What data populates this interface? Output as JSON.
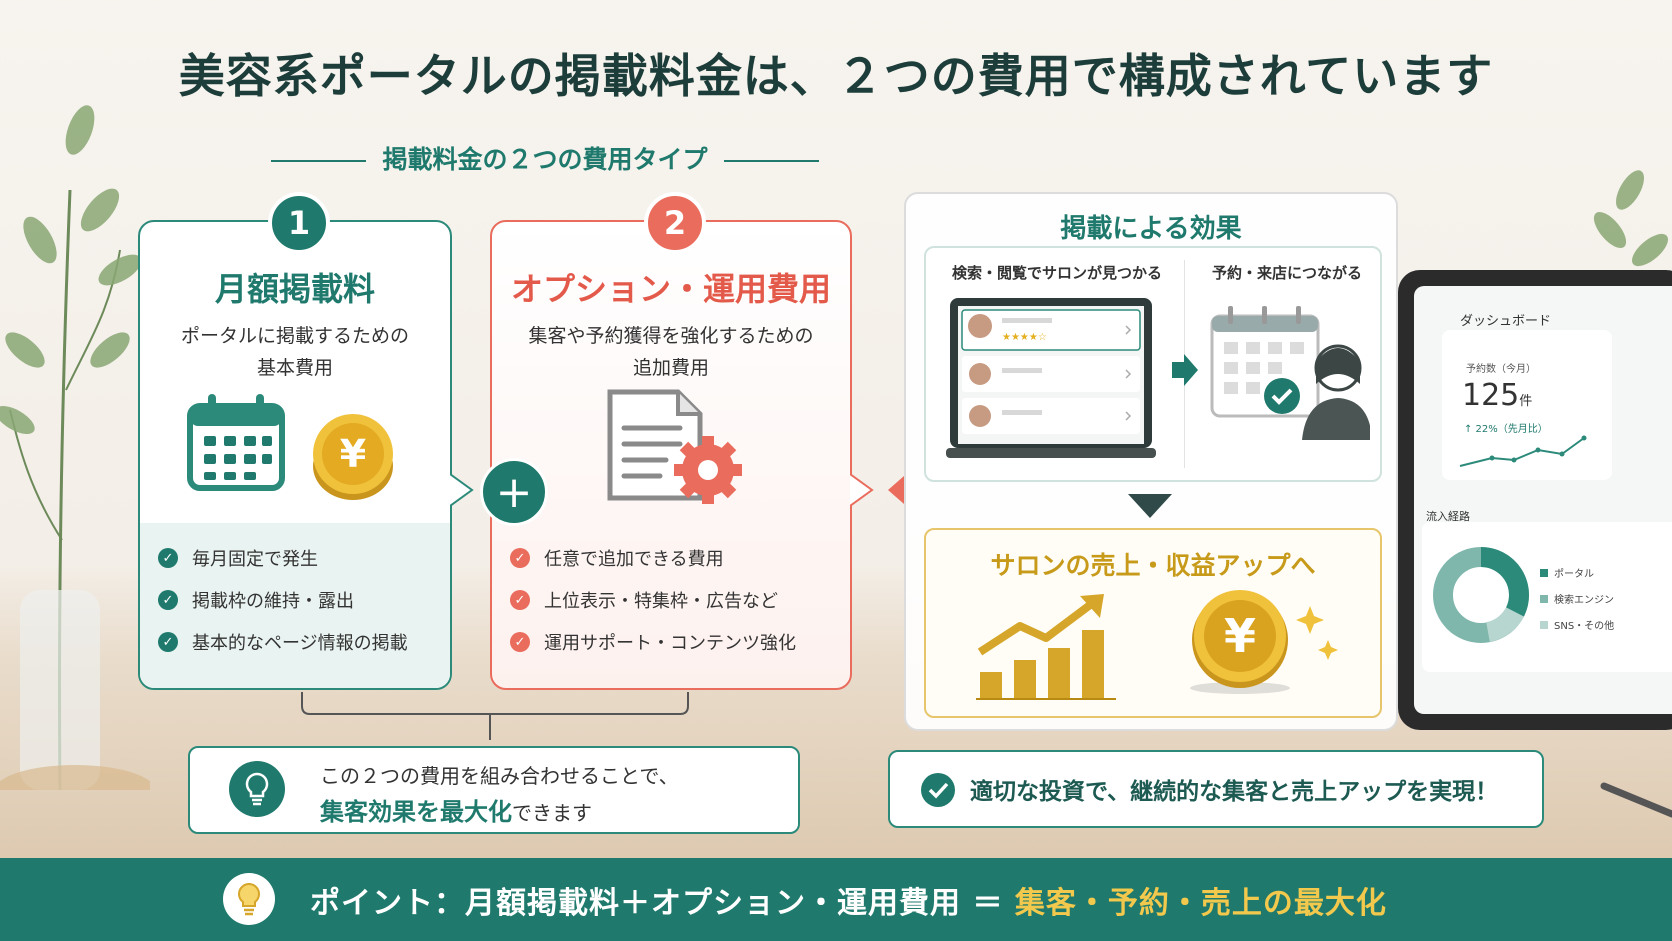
{
  "title": "美容系ポータルの掲載料金は、２つの費用で構成されています",
  "subtitle": "掲載料金の２つの費用タイプ",
  "colors": {
    "teal": "#1f7a6d",
    "coral": "#e96c5d",
    "gold": "#c79a1a"
  },
  "card1": {
    "number": "1",
    "title": "月額掲載料",
    "desc_line1": "ポータルに掲載するための",
    "desc_line2": "基本費用",
    "checks": [
      "毎月固定で発生",
      "掲載枠の維持・露出",
      "基本的なページ情報の掲載"
    ],
    "icons": [
      "calendar-icon",
      "yen-coin-icon"
    ]
  },
  "card2": {
    "number": "2",
    "title": "オプション・運用費用",
    "desc_line1": "集客や予約獲得を強化するための",
    "desc_line2": "追加費用",
    "checks": [
      "任意で追加できる費用",
      "上位表示・特集枠・広告など",
      "運用サポート・コンテンツ強化"
    ],
    "icons": [
      "document-gear-icon"
    ]
  },
  "plus": "+",
  "effect": {
    "title": "掲載による効果",
    "step1": "検索・閲覧でサロンが見つかる",
    "step2": "予約・来店につながる",
    "sales_title": "サロンの売上・収益アップへ",
    "yen": "¥"
  },
  "bottom_left": {
    "line1": "この２つの費用を組み合わせることで、",
    "line2_highlight": "集客効果を最大化",
    "line2_rest": "できます"
  },
  "bottom_right": {
    "text": "適切な投資で、継続的な集客と売上アップを実現！"
  },
  "footer": {
    "prefix": "ポイント：",
    "formula": "月額掲載料＋オプション・運用費用 ＝ ",
    "highlight": "集客・予約・売上の最大化"
  },
  "tablet": {
    "title": "ダッシュボード",
    "metric_label": "予約数（今月）",
    "metric_value": "125",
    "metric_unit": "件",
    "metric_change": "↑ 22%（先月比）",
    "section": "流入経路",
    "legend": [
      "ポータル",
      "検索エンジン",
      "SNS・その他"
    ]
  }
}
